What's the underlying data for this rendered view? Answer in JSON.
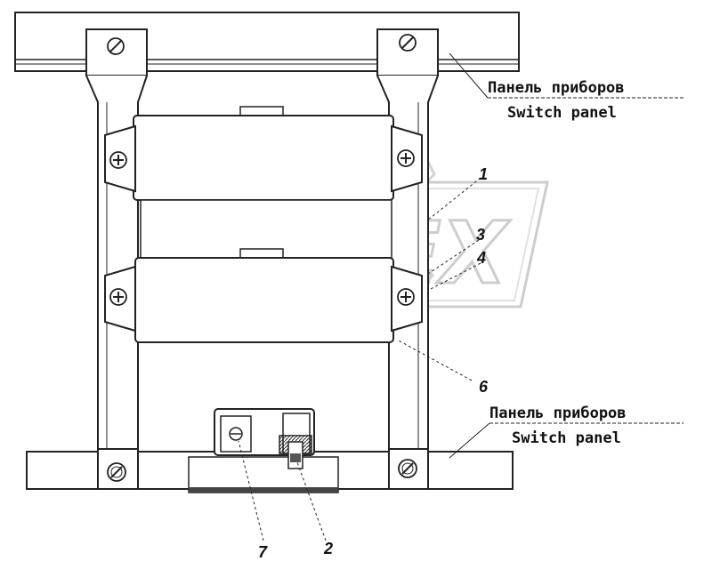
{
  "watermark": "OPEX",
  "labels": {
    "top_ru": "Панель приборов",
    "top_en": "Switch panel",
    "bottom_ru": "Панель приборов",
    "bottom_en": "Switch panel"
  },
  "callouts": {
    "c1": "1",
    "c2": "2",
    "c3": "3",
    "c4": "4",
    "c6": "6",
    "c7": "7"
  }
}
